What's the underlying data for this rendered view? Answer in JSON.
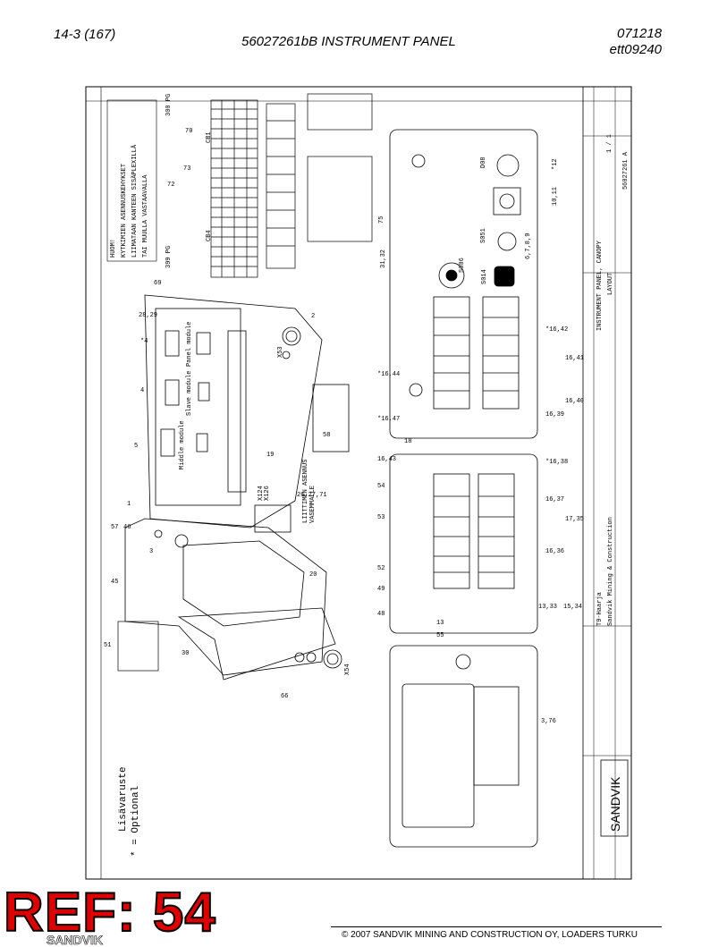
{
  "header": {
    "page_ref": "14-3 (167)",
    "title": "56027261bB INSTRUMENT PANEL",
    "date": "071218",
    "ecode": "ett09240"
  },
  "footer": {
    "ref_stamp": "REF: 54",
    "copyright": "© 2007 SANDVIK MINING AND CONSTRUCTION OY, LOADERS TURKU",
    "cut_logo": "SANDVIK"
  },
  "drawing": {
    "note_lines": [
      "HUOM!",
      "KYTKIMIEN ASENNUSKEHYKSET",
      "LIIMATAAN KANTEEN SISÄPLEXILLÄ",
      "TAI MUULLA VASTAAVALLA"
    ],
    "optional_lines": [
      "Lisävaruste",
      "* = Optional"
    ],
    "title_block": {
      "part_no": "56027261 A",
      "sheet": "1 / 1",
      "desc1": "INSTRUMENT PANEL, CANOPY",
      "desc2": "LAYOUT",
      "company1": "T9-Haarja",
      "company2": "Sandvik Mining & Construction",
      "logo": "SANDVIK"
    },
    "top_labels": [
      "31,32",
      "6,7,8,9",
      "10,11",
      "*12",
      "75"
    ],
    "connector_labels": [
      "X53",
      "X54",
      "X124",
      "X126"
    ],
    "switch_codes": [
      "S006",
      "S051",
      "S014",
      "D08"
    ],
    "modules": [
      "Panel module",
      "Slave module",
      "Middle module"
    ],
    "callouts": [
      "1",
      "2",
      "3",
      "4",
      "*4",
      "5",
      "13",
      "18",
      "19",
      "20",
      "28,29",
      "30",
      "45",
      "46",
      "48",
      "49",
      "51",
      "52",
      "53",
      "54",
      "55",
      "57",
      "58",
      "66",
      "69",
      "70",
      "72",
      "73",
      "3,76",
      "13,33",
      "15,34",
      "16,36",
      "16,37",
      "*16,38",
      "16,39",
      "16,40",
      "16,41",
      "*16,42",
      "16,43",
      "*16,44",
      "*16,47",
      "17,35",
      "26,27,71"
    ],
    "cb_labels": [
      "CB1",
      "CB4"
    ],
    "dims": [
      "300 PG",
      "399 PG"
    ],
    "lower_note": [
      "LIITTIMEN ASENNUS",
      "VASEMMALLE"
    ]
  }
}
